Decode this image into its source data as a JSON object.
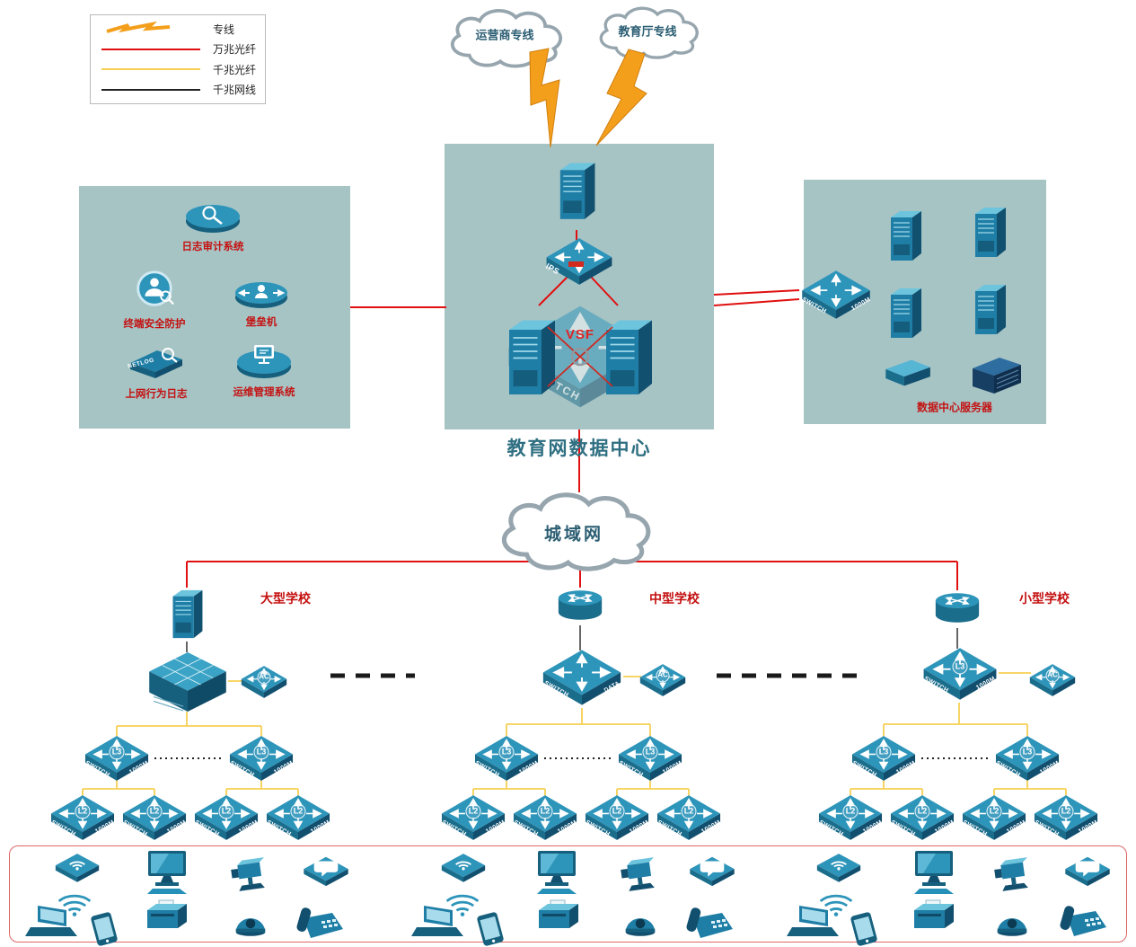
{
  "legend": {
    "items": [
      {
        "label": "专线",
        "type": "bolt",
        "color": "#f49f1c"
      },
      {
        "label": "万兆光纤",
        "type": "line",
        "color": "#e01010"
      },
      {
        "label": "千兆光纤",
        "type": "line",
        "color": "#f6cf54"
      },
      {
        "label": "千兆网线",
        "type": "line",
        "color": "#222222"
      }
    ]
  },
  "clouds": {
    "carrier": "运营商专线",
    "education": "教育厅专线",
    "man": "城域网"
  },
  "datacenter": {
    "title": "教育网数据中心",
    "vsf": "VSF"
  },
  "left_panel": {
    "items": [
      {
        "label": "日志审计系统"
      },
      {
        "label": "终端安全防护"
      },
      {
        "label": "堡垒机"
      },
      {
        "label": "上网行为日志",
        "icon_text": "NETLOG"
      },
      {
        "label": "运维管理系统"
      }
    ]
  },
  "right_panel": {
    "label": "数据中心服务器"
  },
  "schools": [
    {
      "name": "大型学校"
    },
    {
      "name": "中型学校"
    },
    {
      "name": "小型学校"
    }
  ],
  "labels": {
    "switch": "SWITCH",
    "m1000": "1000M",
    "l3": "L3",
    "l2": "L2",
    "ac": "AC",
    "ips": "IPS",
    "data_center": "DATA CENTER"
  }
}
